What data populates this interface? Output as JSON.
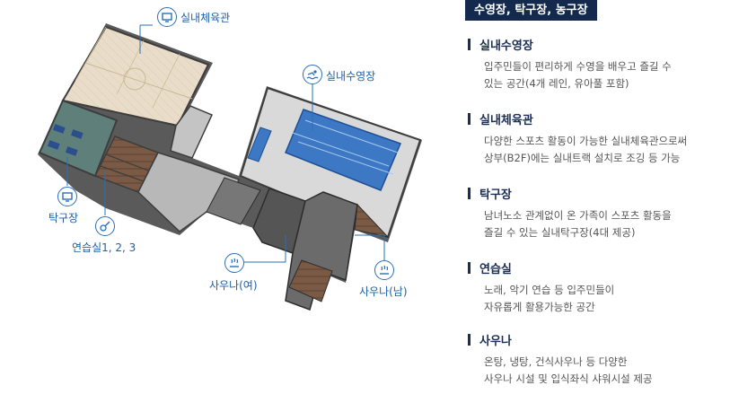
{
  "floorplan": {
    "labels": {
      "gym": "실내체육관",
      "pool": "실내수영장",
      "pingpong": "탁구장",
      "practice": "연습실1, 2, 3",
      "sauna_women": "사우나(여)",
      "sauna_men": "사우나(남)"
    },
    "icons": {
      "gym": "monitor-icon",
      "pool": "swimmer-icon",
      "pingpong": "monitor-icon",
      "practice": "guitar-icon",
      "sauna_women": "sauna-icon",
      "sauna_men": "sauna-icon"
    }
  },
  "panel": {
    "title": "수영장, 탁구장, 농구장",
    "sections": [
      {
        "title": "실내수영장",
        "lines": [
          "입주민들이 편리하게 수영을 배우고 즐길 수",
          "있는 공간(4개 레인, 유아풀 포함)"
        ]
      },
      {
        "title": "실내체육관",
        "lines": [
          "다양한 스포츠 활동이 가능한 실내체육관으로써",
          "상부(B2F)에는 실내트랙 설치로 조깅 등 가능"
        ]
      },
      {
        "title": "탁구장",
        "lines": [
          "남녀노소 관계없이 온 가족이 스포츠 활동을",
          "즐길 수 있는 실내탁구장(4대 제공)"
        ]
      },
      {
        "title": "연습실",
        "lines": [
          "노래, 악기 연습 등 입주민들이",
          "자유롭게 활용가능한 공간"
        ]
      },
      {
        "title": "사우나",
        "lines": [
          "온탕, 냉탕, 건식사우나 등 다양한",
          "사우나 시설 및 입식좌식 샤워시설 제공"
        ]
      }
    ]
  },
  "colors": {
    "accent": "#1e5fa8",
    "title_bg": "#132a4e",
    "heading": "#1a2d55",
    "pool_water": "#3d78c4"
  }
}
